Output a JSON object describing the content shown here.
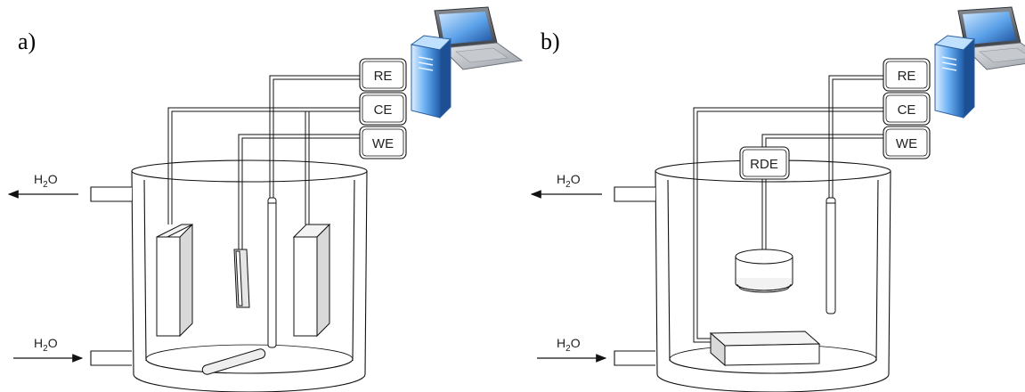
{
  "panels": [
    {
      "label": "a)",
      "terminals": {
        "re": "RE",
        "ce": "CE",
        "we": "WE"
      },
      "water_out": {
        "text": "H",
        "sub": "2",
        "tail": "O"
      },
      "water_in": {
        "text": "H",
        "sub": "2",
        "tail": "O"
      }
    },
    {
      "label": "b)",
      "terminals": {
        "re": "RE",
        "ce": "CE",
        "we": "WE"
      },
      "rde": "RDE",
      "water_out": {
        "text": "H",
        "sub": "2",
        "tail": "O"
      },
      "water_in": {
        "text": "H",
        "sub": "2",
        "tail": "O"
      }
    }
  ]
}
